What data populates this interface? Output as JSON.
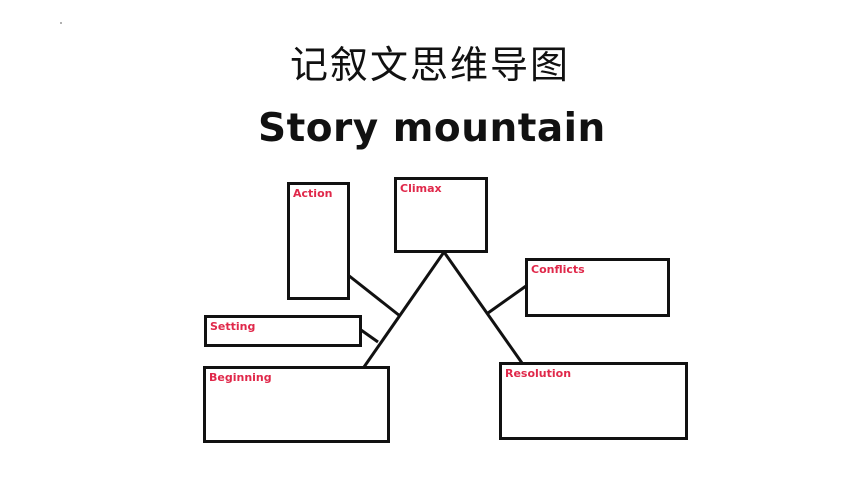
{
  "slide": {
    "title": "记叙文思维导图"
  },
  "diagram": {
    "heading": "Story mountain",
    "label_color": "#e0284a",
    "boxes": {
      "action": "Action",
      "climax": "Climax",
      "conflicts": "Conflicts",
      "setting": "Setting",
      "beginning": "Beginning",
      "resolution": "Resolution"
    }
  }
}
